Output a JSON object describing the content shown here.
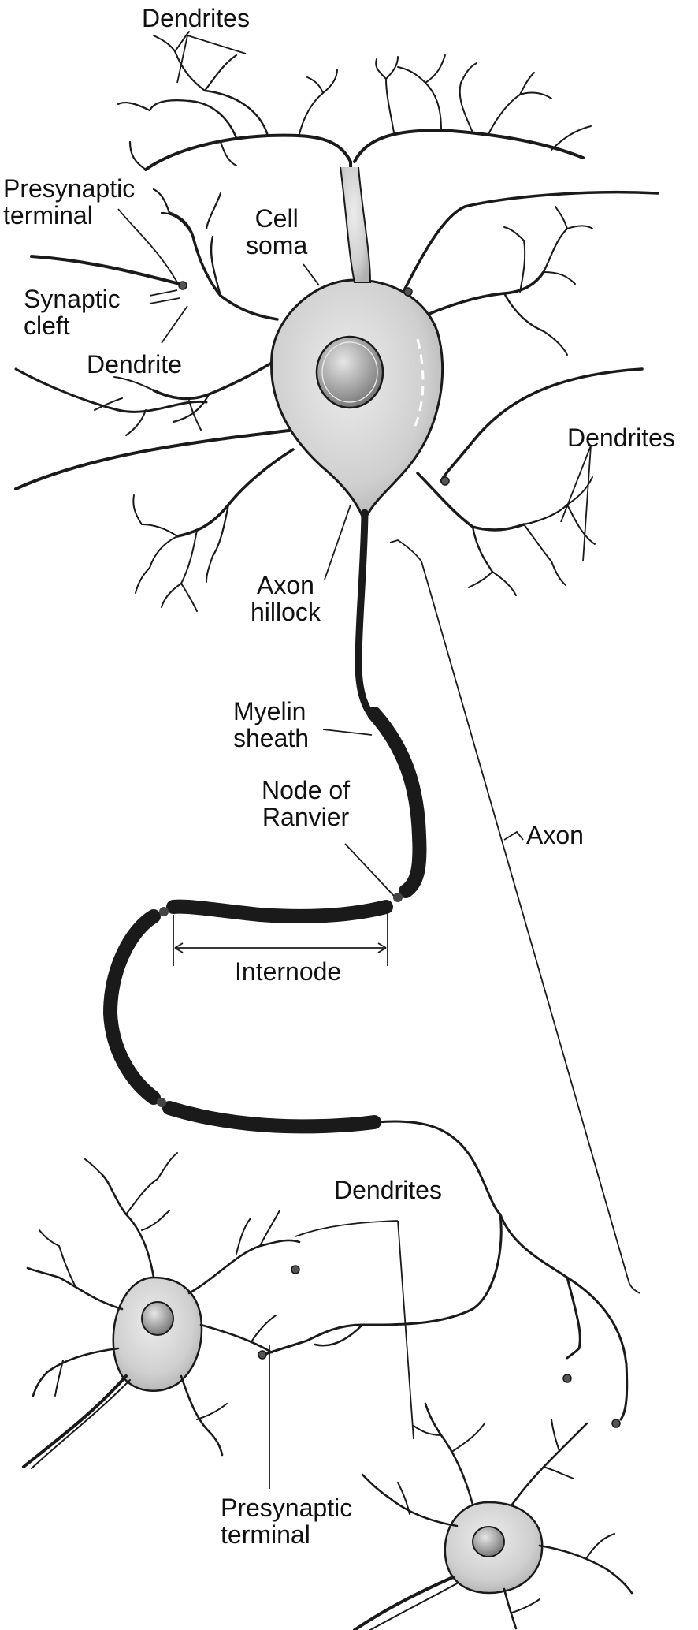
{
  "labels": {
    "dendrites_top": "Dendrites",
    "presynaptic_terminal_top_1": "Presynaptic",
    "presynaptic_terminal_top_2": "terminal",
    "cell_soma_1": "Cell",
    "cell_soma_2": "soma",
    "synaptic_cleft_1": "Synaptic",
    "synaptic_cleft_2": "cleft",
    "dendrite": "Dendrite",
    "dendrites_right": "Dendrites",
    "axon_hillock_1": "Axon",
    "axon_hillock_2": "hillock",
    "myelin_sheath_1": "Myelin",
    "myelin_sheath_2": "sheath",
    "node_of_ranvier_1": "Node of",
    "node_of_ranvier_2": "Ranvier",
    "axon": "Axon",
    "internode": "Internode",
    "dendrites_bottom": "Dendrites",
    "presynaptic_terminal_bottom_1": "Presynaptic",
    "presynaptic_terminal_bottom_2": "terminal"
  },
  "colors": {
    "ink": "#1a1a1a",
    "soma_fill": "#cfcfcf",
    "nucleus_fill": "#9a9a9a",
    "myelin_fill": "#8f8f8f",
    "background": "#ffffff"
  }
}
